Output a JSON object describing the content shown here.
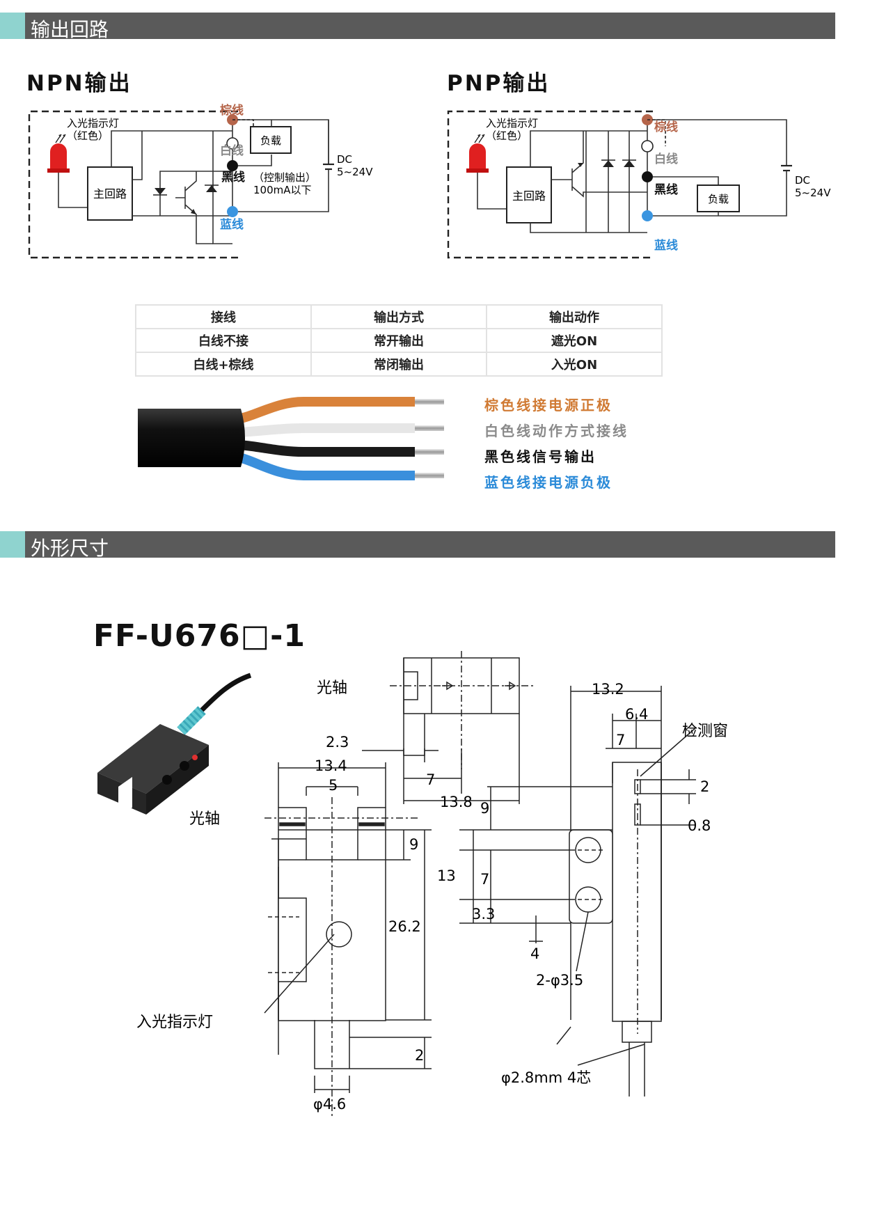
{
  "sections": {
    "output": "输出回路",
    "dimensions": "外形尺寸"
  },
  "npn": {
    "title": "NPN输出",
    "indicator": "入光指示灯",
    "indicator_color": "（红色）",
    "main_circuit": "主回路",
    "load": "负载",
    "brown": "棕线",
    "white": "白线",
    "black": "黑线",
    "control": "（控制输出）",
    "current": "100mA以下",
    "blue": "蓝线",
    "dc": "DC",
    "voltage": "5~24V"
  },
  "pnp": {
    "title": "PNP输出",
    "indicator": "入光指示灯",
    "indicator_color": "（红色）",
    "main_circuit": "主回路",
    "load": "负载",
    "brown": "棕线",
    "white": "白线",
    "black": "黑线",
    "blue": "蓝线",
    "dc": "DC",
    "voltage": "5~24V"
  },
  "wiring_table": {
    "headers": [
      "接线",
      "输出方式",
      "输出动作"
    ],
    "rows": [
      [
        "白线不接",
        "常开输出",
        "遮光ON"
      ],
      [
        "白线+棕线",
        "常闭输出",
        "入光ON"
      ]
    ]
  },
  "cable_legend": [
    {
      "text": "棕色线接电源正极",
      "color": "#d07a33"
    },
    {
      "text": "白色线动作方式接线",
      "color": "#8a8a8a"
    },
    {
      "text": "黑色线信号输出",
      "color": "#111111"
    },
    {
      "text": "蓝色线接电源负极",
      "color": "#2a8ad8"
    }
  ],
  "colors": {
    "section_bar": "#5a5a5a",
    "accent": "#8fd3cf",
    "brown_terminal": "#b5654a",
    "blue_terminal": "#3a95e0",
    "led": "#e02020",
    "brown_label": "#b5654a",
    "blue_label": "#2a8ad8"
  },
  "model": "FF-U676□-1",
  "dims": {
    "optical_axis": "光轴",
    "top_2_3": "2.3",
    "top_7": "7",
    "top_13_8": "13.8",
    "front_13_4": "13.4",
    "front_5": "5",
    "front_9": "9",
    "front_26_2": "26.2",
    "front_2": "2",
    "front_phi": "φ4.6",
    "indicator": "入光指示灯",
    "side_13_2": "13.2",
    "side_6_4": "6.4",
    "side_7": "7",
    "window": "检测窗",
    "side_2": "2",
    "side_0_8": "0.8",
    "side_9": "9",
    "side_13": "13",
    "side_7b": "7",
    "side_3_3": "3.3",
    "side_4": "4",
    "side_holes": "2-φ3.5",
    "side_cable": "φ2.8mm 4芯"
  }
}
